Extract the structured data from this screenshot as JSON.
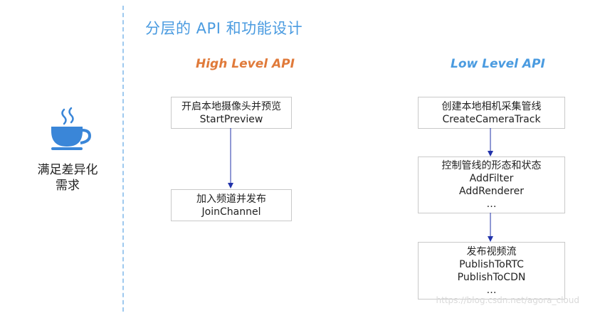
{
  "title": "分层的 API 和功能设计",
  "left_label": [
    "满足差异化",
    "需求"
  ],
  "columns": {
    "high": {
      "heading": "High Level API",
      "boxes": [
        [
          "开启本地摄像头并预览",
          "StartPreview"
        ],
        [
          "加入频道并发布",
          "JoinChannel"
        ]
      ]
    },
    "low": {
      "heading": "Low Level API",
      "boxes": [
        [
          "创建本地相机采集管线",
          "CreateCameraTrack"
        ],
        [
          "控制管线的形态和状态",
          "AddFilter",
          "AddRenderer",
          "…"
        ],
        [
          "发布视频流",
          "PublishToRTC",
          "PublishToCDN",
          "…"
        ]
      ]
    }
  },
  "watermark": "https://blog.csdn.net/agora_cloud",
  "colors": {
    "title": "#4a9be0",
    "high_heading": "#e07a3a",
    "low_heading": "#4a9be0",
    "arrow": "#2233aa",
    "cup": "#3a86d8",
    "divider": "#9ec9ef"
  },
  "icons": {
    "cup": "coffee-cup-icon"
  }
}
